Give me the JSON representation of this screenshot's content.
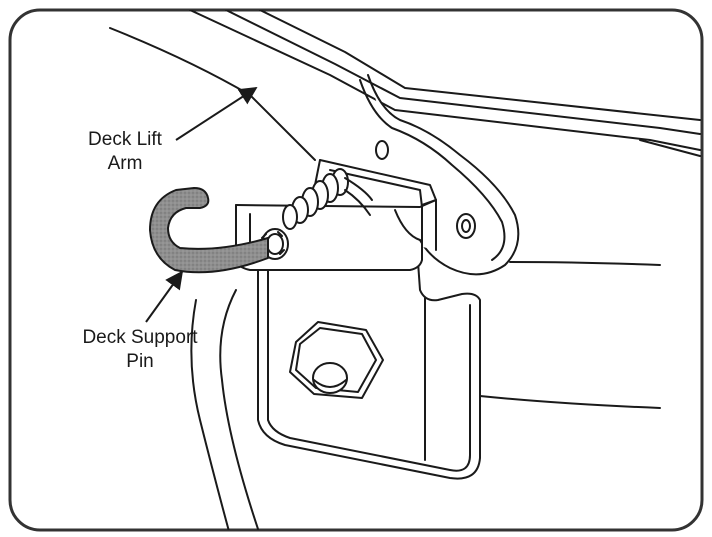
{
  "diagram": {
    "labels": {
      "deck_lift_arm": [
        "Deck Lift",
        "Arm"
      ],
      "deck_support_pin": [
        "Deck Support",
        "Pin"
      ]
    },
    "colors": {
      "line": "#1a1a1a",
      "pin_fill": "#8c8c8c",
      "frame_border": "#333333",
      "background": "#ffffff"
    }
  }
}
